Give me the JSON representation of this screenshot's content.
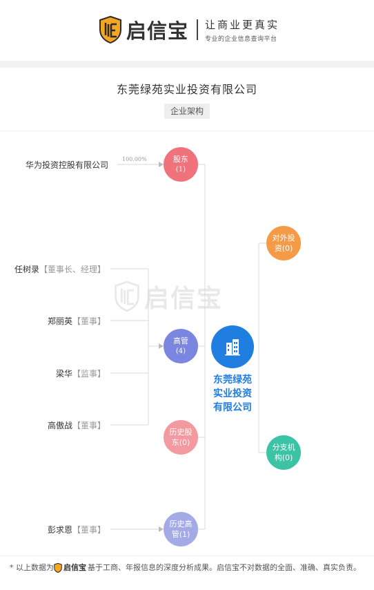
{
  "header": {
    "brand_name": "启信宝",
    "slogan_main": "让商业更真实",
    "slogan_sub": "专业的企业信息查询平台"
  },
  "title_section": {
    "company_title": "东莞绿苑实业投资有限公司",
    "tag": "企业架构"
  },
  "watermark": "启信宝",
  "diagram": {
    "shareholder": {
      "name": "华为投资控股有限公司",
      "percent": "100.00%"
    },
    "people": [
      {
        "name": "任树录",
        "role": "【董事长、经理】"
      },
      {
        "name": "郑丽英",
        "role": "【董事】"
      },
      {
        "name": "梁华",
        "role": "【监事】"
      },
      {
        "name": "高傲战",
        "role": "【董事】"
      },
      {
        "name": "彭求恩",
        "role": "【董事】"
      }
    ],
    "nodes": {
      "shareholders": {
        "label": "股东",
        "count": "(1)",
        "color": "#f0727a"
      },
      "executives": {
        "label": "高管",
        "count": "(4)",
        "color": "#7b86e0"
      },
      "history_shareholders": {
        "label_1": "历史股",
        "label_2": "东(0)",
        "color": "#f29aa0"
      },
      "history_executives": {
        "label_1": "历史高",
        "label_2": "管(1)",
        "color": "#a4aae6"
      },
      "investments": {
        "label_1": "对外投",
        "label_2": "资(0)",
        "color": "#f59b48"
      },
      "branches": {
        "label_1": "分支机",
        "label_2": "构(0)",
        "color": "#3cc3a6"
      }
    },
    "center": {
      "line_1": "东莞绿苑",
      "line_2": "实业投资",
      "line_3": "有限公司",
      "color": "#1f7ee0",
      "icon": "building-icon"
    }
  },
  "footer": {
    "prefix": "* 以上数据为",
    "brand": "启信宝",
    "text": "基于工商、年报信息的深度分析成果。启信宝不对数据的全面、准确、真实负责。"
  }
}
